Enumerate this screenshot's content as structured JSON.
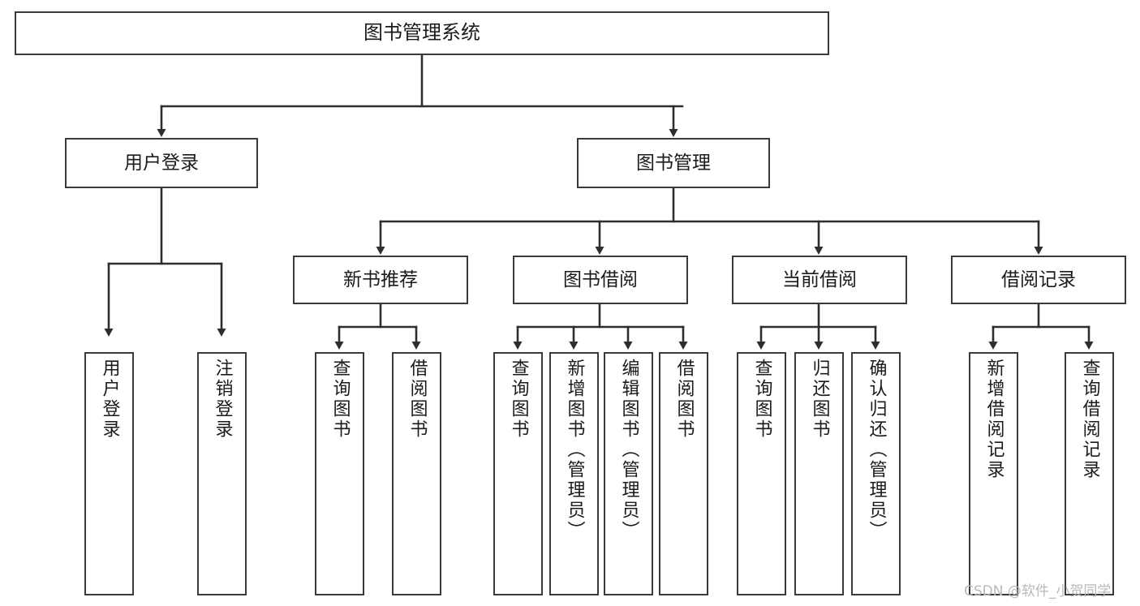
{
  "diagram": {
    "title": "图书管理系统",
    "type": "tree-hierarchy",
    "orientation": "top-down",
    "colors": {
      "box_border": "#3a3a3a",
      "box_fill": "#ffffff",
      "connector": "#2e2e2e",
      "text": "#1b1b1b",
      "watermark": "#b9b9b9",
      "background": "#ffffff"
    }
  },
  "root": {
    "label": "图书管理系统"
  },
  "level2": [
    {
      "label": "用户登录"
    },
    {
      "label": "图书管理"
    }
  ],
  "level3": [
    {
      "label": "新书推荐"
    },
    {
      "label": "图书借阅"
    },
    {
      "label": "当前借阅"
    },
    {
      "label": "借阅记录"
    }
  ],
  "leaves": {
    "user_login": [
      {
        "label": "用户登录"
      },
      {
        "label": "注销登录"
      }
    ],
    "new_book_recommend": [
      {
        "label": "查询图书"
      },
      {
        "label": "借阅图书"
      }
    ],
    "book_borrow": [
      {
        "label": "查询图书"
      },
      {
        "label": "新增图书（管理员）"
      },
      {
        "label": "编辑图书（管理员）"
      },
      {
        "label": "借阅图书"
      }
    ],
    "current_borrow": [
      {
        "label": "查询图书"
      },
      {
        "label": "归还图书"
      },
      {
        "label": "确认归还（管理员）"
      }
    ],
    "borrow_record": [
      {
        "label": "新增借阅记录"
      },
      {
        "label": "查询借阅记录"
      }
    ]
  },
  "watermark": {
    "text": "CSDN @软件_小贺同学"
  }
}
